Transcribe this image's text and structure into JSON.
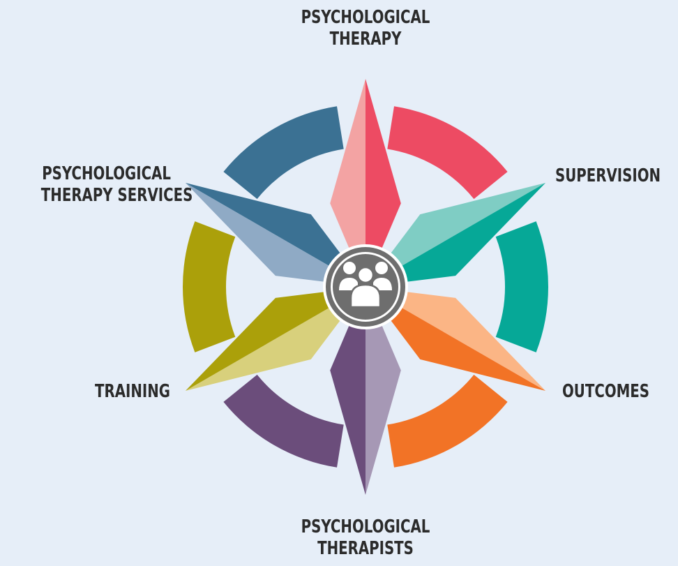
{
  "diagram": {
    "segments": [
      {
        "id": "therapy",
        "title_lines": [
          "PSYCHOLOGICAL",
          "THERAPY"
        ],
        "left_color": "#f3a3a3",
        "right_color": "#ed4b63",
        "arc_color": "#ed4b63"
      },
      {
        "id": "supervision",
        "title_lines": [
          "SUPERVISION"
        ],
        "left_color": "#7fcdc4",
        "right_color": "#06a897",
        "arc_color": "#06a897"
      },
      {
        "id": "outcomes",
        "title_lines": [
          "OUTCOMES"
        ],
        "left_color": "#fbb585",
        "right_color": "#f27326",
        "arc_color": "#f27326"
      },
      {
        "id": "therapists",
        "title_lines": [
          "PSYCHOLOGICAL",
          "THERAPISTS"
        ],
        "left_color": "#a698b5",
        "right_color": "#6b4d7b",
        "arc_color": "#6b4d7b"
      },
      {
        "id": "training",
        "title_lines": [
          "TRAINING"
        ],
        "left_color": "#d8d07c",
        "right_color": "#aba00a",
        "arc_color": "#aba00a"
      },
      {
        "id": "services",
        "title_lines": [
          "PSYCHOLOGICAL",
          "THERAPY SERVICES"
        ],
        "left_color": "#8faac5",
        "right_color": "#3b7193",
        "arc_color": "#3b7193"
      }
    ],
    "center_icon": "people-group-icon",
    "center_color": "#6e6e6e"
  }
}
